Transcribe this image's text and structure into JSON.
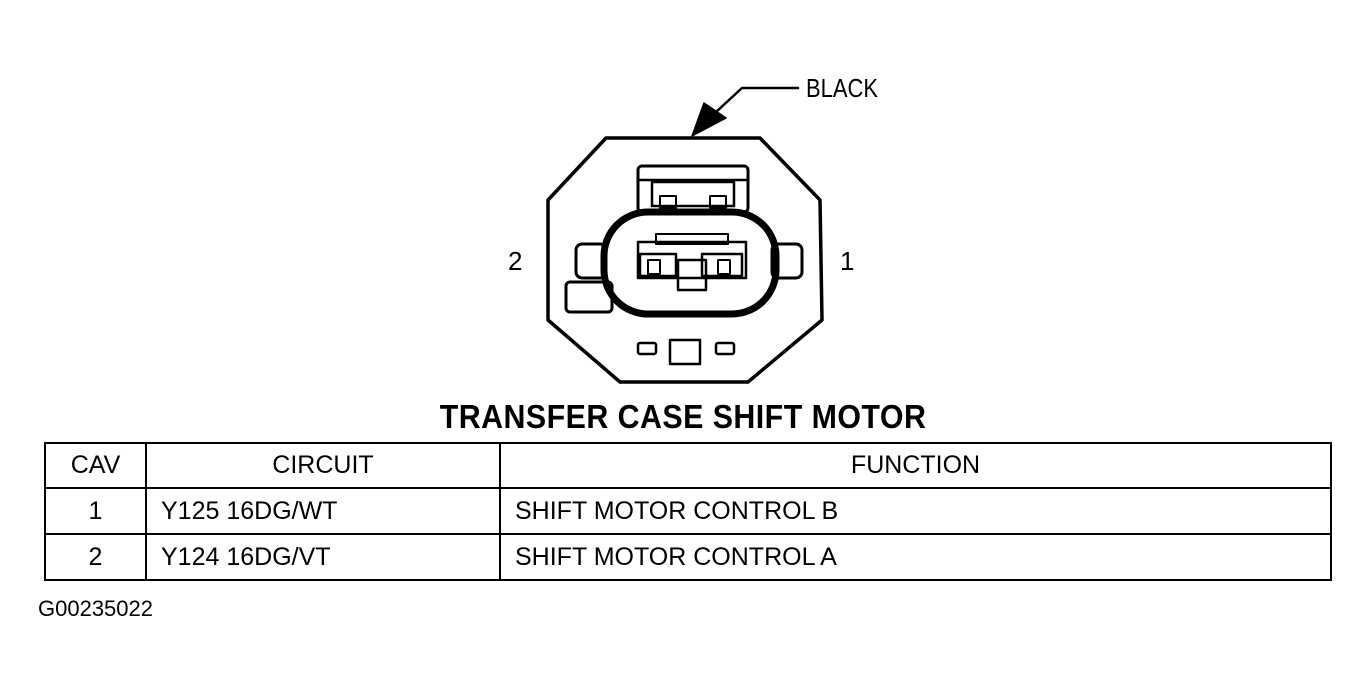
{
  "connector": {
    "color_label": "BLACK",
    "pin_left": "2",
    "pin_right": "1"
  },
  "title": "TRANSFER CASE SHIFT MOTOR",
  "table": {
    "headers": {
      "cav": "CAV",
      "circuit": "CIRCUIT",
      "function": "FUNCTION"
    },
    "rows": [
      {
        "cav": "1",
        "circuit": "Y125 16DG/WT",
        "function": "SHIFT MOTOR CONTROL B"
      },
      {
        "cav": "2",
        "circuit": "Y124 16DG/VT",
        "function": "SHIFT MOTOR CONTROL A"
      }
    ]
  },
  "figure_code": "G00235022"
}
